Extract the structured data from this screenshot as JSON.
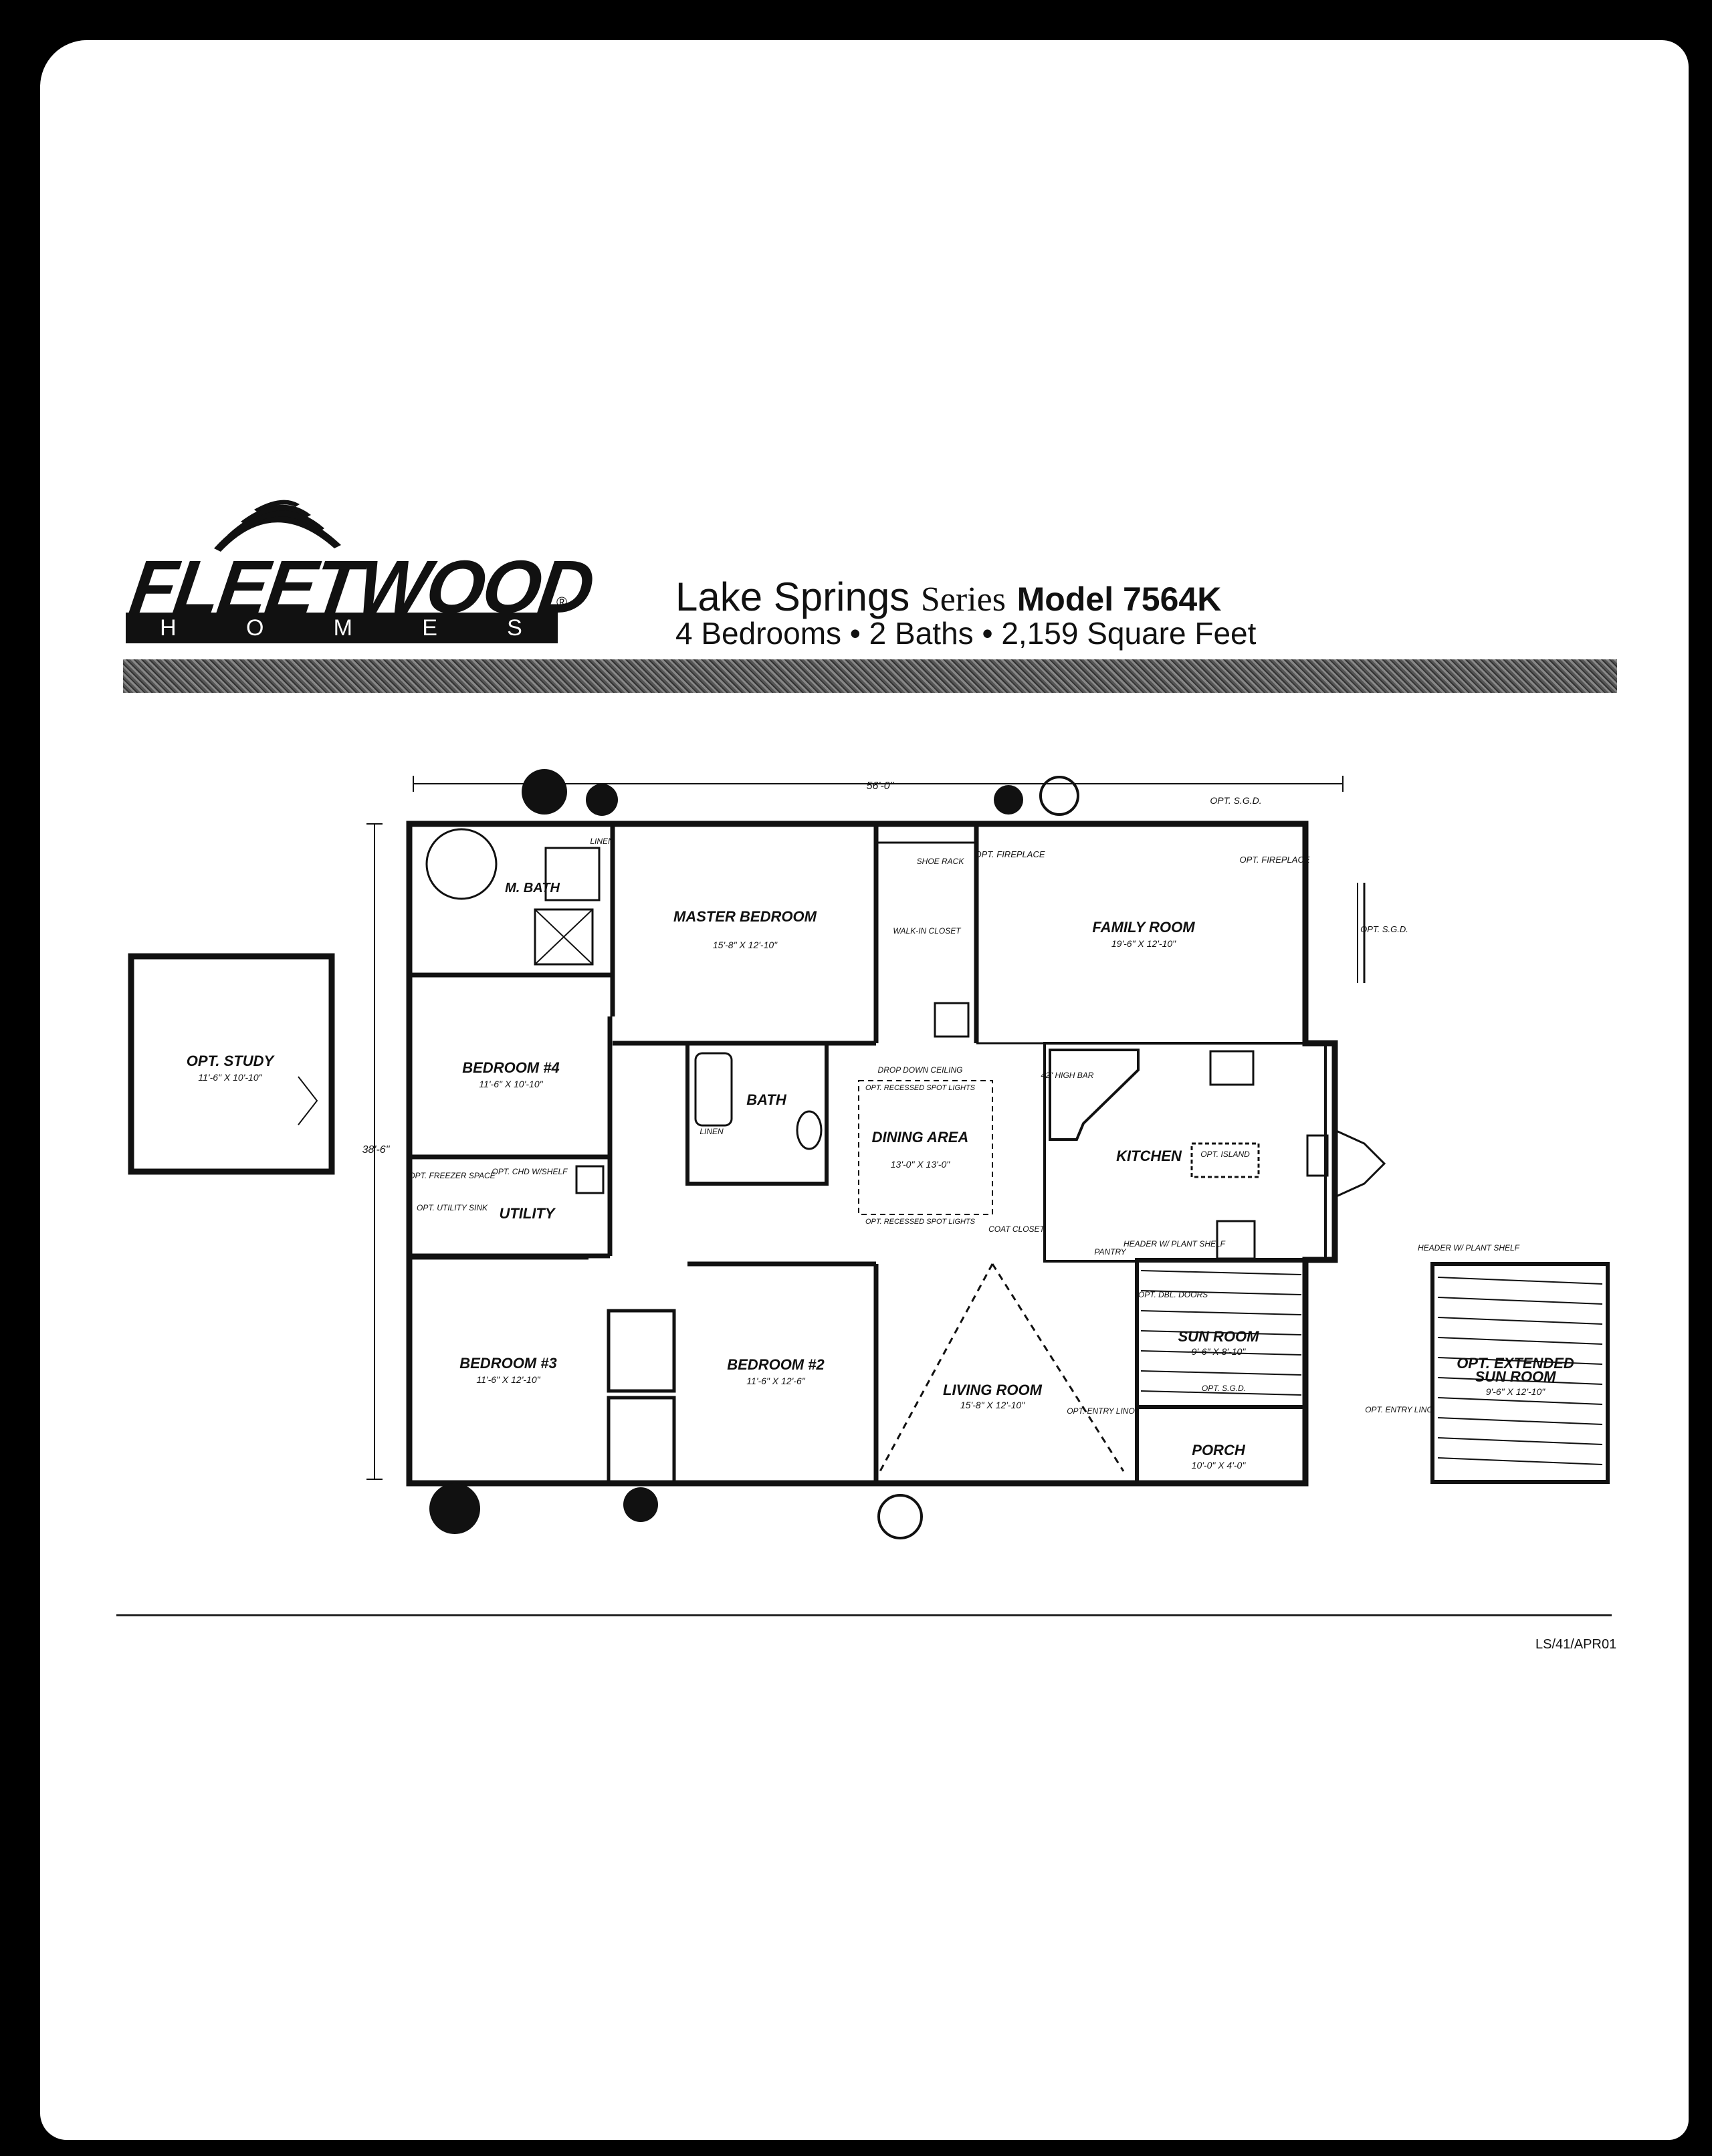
{
  "header": {
    "logo_word": "FLEETWOOD",
    "logo_reg": "®",
    "logo_sub": [
      "H",
      "O",
      "M",
      "E",
      "S"
    ],
    "series_name": "Lake Springs",
    "series_word": "Series",
    "model": "Model 7564K",
    "subtitle": "4 Bedrooms • 2 Baths • 2,159 Square Feet"
  },
  "plan": {
    "width_dim": "56'-0\"",
    "depth_dim": "38'-6\"",
    "rooms": [
      {
        "name": "M. BATH"
      },
      {
        "name": "MASTER BEDROOM",
        "dim": "15'-8\" X 12'-10\""
      },
      {
        "name": "FAMILY ROOM",
        "dim": "19'-6\" X 12'-10\""
      },
      {
        "name": "BEDROOM #4",
        "dim": "11'-6\" X 10'-10\""
      },
      {
        "name": "UTILITY"
      },
      {
        "name": "BATH"
      },
      {
        "name": "DINING AREA",
        "dim": "13'-0\" X 13'-0\""
      },
      {
        "name": "KITCHEN"
      },
      {
        "name": "SUN ROOM",
        "dim": "9'-6\" X 8'-10\""
      },
      {
        "name": "PORCH",
        "dim": "10'-0\" X 4'-0\""
      },
      {
        "name": "LIVING ROOM",
        "dim": "15'-8\" X 12'-10\""
      },
      {
        "name": "BEDROOM #2",
        "dim": "11'-6\" X 12'-6\""
      },
      {
        "name": "BEDROOM #3",
        "dim": "11'-6\" X 12'-10\""
      },
      {
        "name": "OPT. STUDY",
        "dim": "11'-6\" X 10'-10\""
      },
      {
        "name": "OPT. EXTENDED",
        "name2": "SUN ROOM",
        "dim": "9'-6\" X 12'-10\""
      }
    ],
    "notes": {
      "opt_sgd": "OPT. S.G.D.",
      "linen": "LINEN",
      "shoe_rack": "SHOE RACK",
      "walk_in_closet": "WALK-IN CLOSET",
      "opt_fireplace": "OPT. FIREPLACE",
      "opt_shelf": "OPT. CHD W/SHELF",
      "opt_freezer": "OPT. FREEZER SPACE",
      "opt_utility_sink": "OPT. UTILITY SINK",
      "drop_ceiling": "DROP DOWN CEILING",
      "recessed_lights": "OPT. RECESSED SPOT LIGHTS",
      "opt_island": "OPT. ISLAND",
      "high_bar": "42\" HIGH BAR",
      "coat_closet": "COAT CLOSET",
      "pantry": "PANTRY",
      "header_plant_shelf": "HEADER W/ PLANT SHELF",
      "opt_dbl_doors": "OPT. DBL. DOORS",
      "opt_entry_lino": "OPT. ENTRY LINO"
    }
  },
  "footer": {
    "code": "LS/41/APR01"
  }
}
